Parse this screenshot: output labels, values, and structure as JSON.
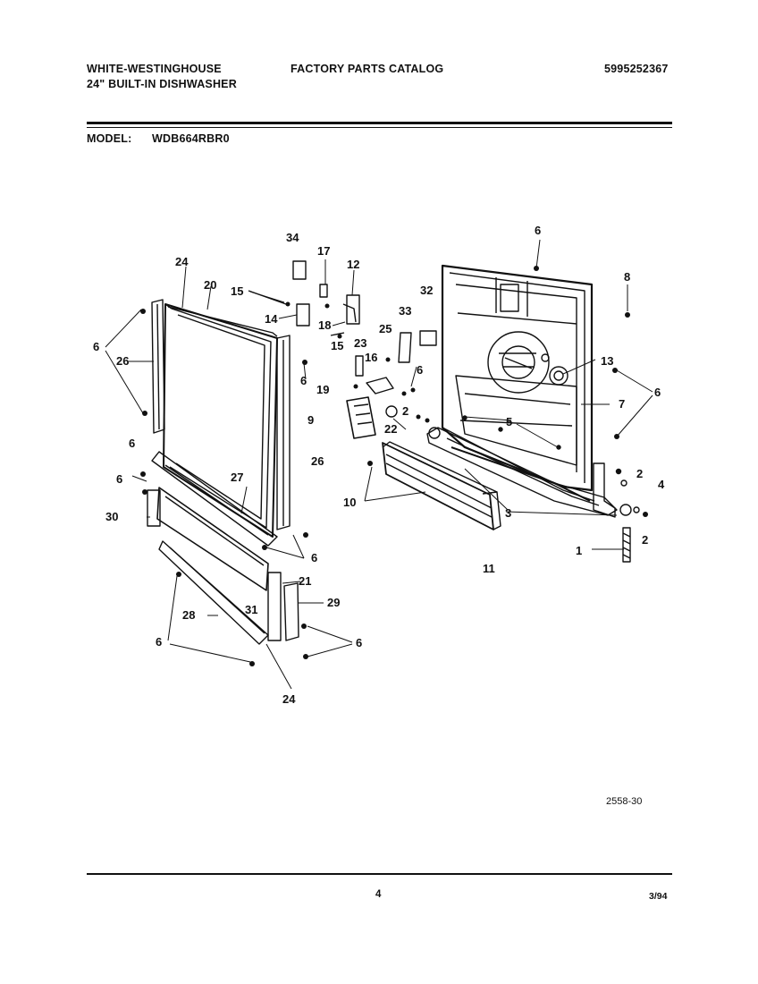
{
  "header": {
    "brand": "WHITE-WESTINGHOUSE",
    "product": "24\" BUILT-IN DISHWASHER",
    "catalog": "FACTORY PARTS CATALOG",
    "catalog_number": "5995252367",
    "model_label": "MODEL:",
    "model_value": "WDB664RBR0"
  },
  "callouts": {
    "c34": "34",
    "c17": "17",
    "c12": "12",
    "c6a": "6",
    "c8": "8",
    "c24a": "24",
    "c20": "20",
    "c15a": "15",
    "c14": "14",
    "c18": "18",
    "c32": "32",
    "c33": "33",
    "c25": "25",
    "c23": "23",
    "c6b": "6",
    "c26a": "26",
    "c6c": "6",
    "c15b": "15",
    "c16": "16",
    "c6d": "6",
    "c13": "13",
    "c6e": "6",
    "c19": "19",
    "c2a": "2",
    "c7": "7",
    "c9": "9",
    "c22": "22",
    "c5": "5",
    "c6f": "6",
    "c6g": "6",
    "c26b": "26",
    "c27": "27",
    "c10": "10",
    "c2b": "2",
    "c4": "4",
    "c30": "30",
    "c3": "3",
    "c6h": "6",
    "c2c": "2",
    "c1": "1",
    "c11": "11",
    "c21": "21",
    "c31": "31",
    "c29": "29",
    "c28": "28",
    "c6i": "6",
    "c6j": "6",
    "c24b": "24"
  },
  "figure_number": "2558-30",
  "footer": {
    "page_number": "4",
    "date": "3/94"
  }
}
